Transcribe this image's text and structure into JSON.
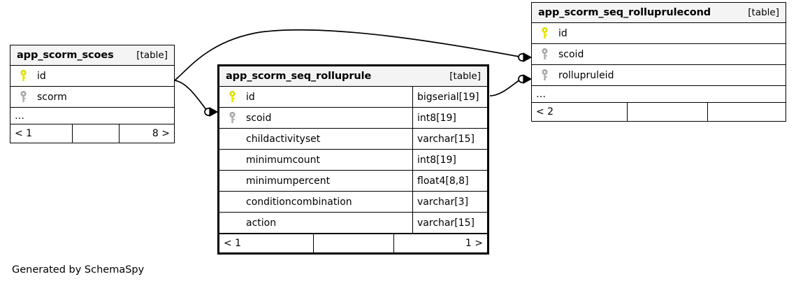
{
  "diagram": {
    "type": "entity-relationship-diagram",
    "generator_credit": "Generated by SchemaSpy",
    "background": "#ffffff",
    "line_color": "#000000",
    "header_background": "#f4f4f4",
    "primary_key_color": "#e8e800",
    "foreign_key_color": "#b0b0b0",
    "table_kind_label": "[table]",
    "ellipsis": "…"
  },
  "tables": [
    {
      "id": "app_scorm_scoes",
      "name": "app_scorm_scoes",
      "kind": "[table]",
      "focus": false,
      "show_types": false,
      "columns": [
        {
          "name": "id",
          "key": "primary",
          "type": ""
        },
        {
          "name": "scorm",
          "key": "foreign",
          "type": ""
        }
      ],
      "has_ellipsis": true,
      "footer": [
        "< 1",
        "",
        "8 >"
      ]
    },
    {
      "id": "app_scorm_seq_rolluprule",
      "name": "app_scorm_seq_rolluprule",
      "kind": "[table]",
      "focus": true,
      "show_types": true,
      "columns": [
        {
          "name": "id",
          "key": "primary",
          "type": "bigserial[19]"
        },
        {
          "name": "scoid",
          "key": "foreign",
          "type": "int8[19]"
        },
        {
          "name": "childactivityset",
          "key": "none",
          "type": "varchar[15]"
        },
        {
          "name": "minimumcount",
          "key": "none",
          "type": "int8[19]"
        },
        {
          "name": "minimumpercent",
          "key": "none",
          "type": "float4[8,8]"
        },
        {
          "name": "conditioncombination",
          "key": "none",
          "type": "varchar[3]"
        },
        {
          "name": "action",
          "key": "none",
          "type": "varchar[15]"
        }
      ],
      "has_ellipsis": false,
      "footer": [
        "< 1",
        "",
        "1 >"
      ]
    },
    {
      "id": "app_scorm_seq_rolluprulecond",
      "name": "app_scorm_seq_rolluprulecond",
      "kind": "[table]",
      "focus": false,
      "show_types": false,
      "columns": [
        {
          "name": "id",
          "key": "primary",
          "type": ""
        },
        {
          "name": "scoid",
          "key": "foreign",
          "type": ""
        },
        {
          "name": "rollupruleid",
          "key": "foreign",
          "type": ""
        }
      ],
      "has_ellipsis": true,
      "footer": [
        "< 2",
        "",
        ""
      ]
    }
  ],
  "relationships": [
    {
      "from_table": "app_scorm_scoes",
      "from_column": "id",
      "to_table": "app_scorm_seq_rolluprule",
      "to_column": "scoid",
      "notation": "crows-foot-optional"
    },
    {
      "from_table": "app_scorm_scoes",
      "from_column": "id",
      "to_table": "app_scorm_seq_rolluprulecond",
      "to_column": "scoid",
      "notation": "crows-foot-optional"
    },
    {
      "from_table": "app_scorm_seq_rolluprule",
      "from_column": "id",
      "to_table": "app_scorm_seq_rolluprulecond",
      "to_column": "rollupruleid",
      "notation": "crows-foot-optional"
    }
  ]
}
